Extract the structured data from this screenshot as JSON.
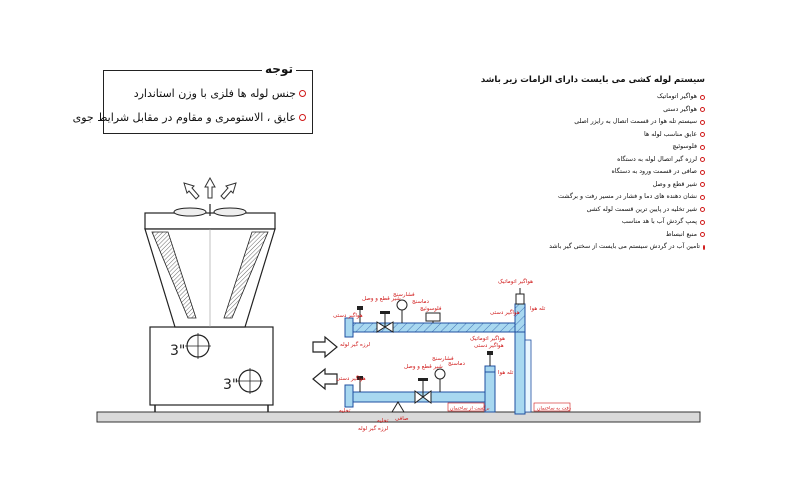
{
  "note": {
    "title": "توجه",
    "items": [
      "جنس لوله ها فلزی با وزن استاندارد",
      "عایق ، الاستومری و مقاوم در مقابل شرایط جوی"
    ],
    "bullet_color": "#d01818"
  },
  "requirements": {
    "title": "سیستم لوله کشی می بایست دارای الزامات زیر باشد",
    "items": [
      "هواگیر اتوماتیک",
      "هواگیر دستی",
      "سیستم تله هوا در قسمت اتصال به رایزر اصلی",
      "عایق مناسب لوله ها",
      "فلوسوئیچ",
      "لرزه گیر اتصال لوله به دستگاه",
      "صافی در قسمت ورود به دستگاه",
      "شیر قطع و وصل",
      "نشان دهنده های دما و فشار در مسیر رفت و برگشت",
      "شیر تخلیه در پایین ترین قسمت لوله کشی",
      "پمپ گردش آب با هد مناسب",
      "منبع انبساط",
      "تامین آب در گردش سیستم می بایست از سختی گیر باشد"
    ]
  },
  "unit": {
    "pipe_size_top": "3\"",
    "pipe_size_bottom": "3\""
  },
  "labels": {
    "manual_air_vent": "هواگیر دستی",
    "auto_air_vent": "هواگیر اتوماتیک",
    "air_trap": "تله هوا",
    "thermometer": "دماسنج",
    "pressure_gauge": "فشارسنج",
    "shutoff_valve": "شیر قطع و وصل",
    "flow_switch": "فلوسوئیچ",
    "vibration_isolator": "لرزه گیر لوله",
    "strainer": "صافی",
    "drain": "تخلیه",
    "return_from_building": "برگشت از ساختمان",
    "supply_to_building": "رفت به ساختمان"
  },
  "colors": {
    "pipe_fill": "#a8d8f0",
    "pipe_stroke": "#1f4fa0",
    "insulation_fill": "#e8f6ff",
    "label_red": "#d01818",
    "ground_fill": "#d9d9d9"
  }
}
